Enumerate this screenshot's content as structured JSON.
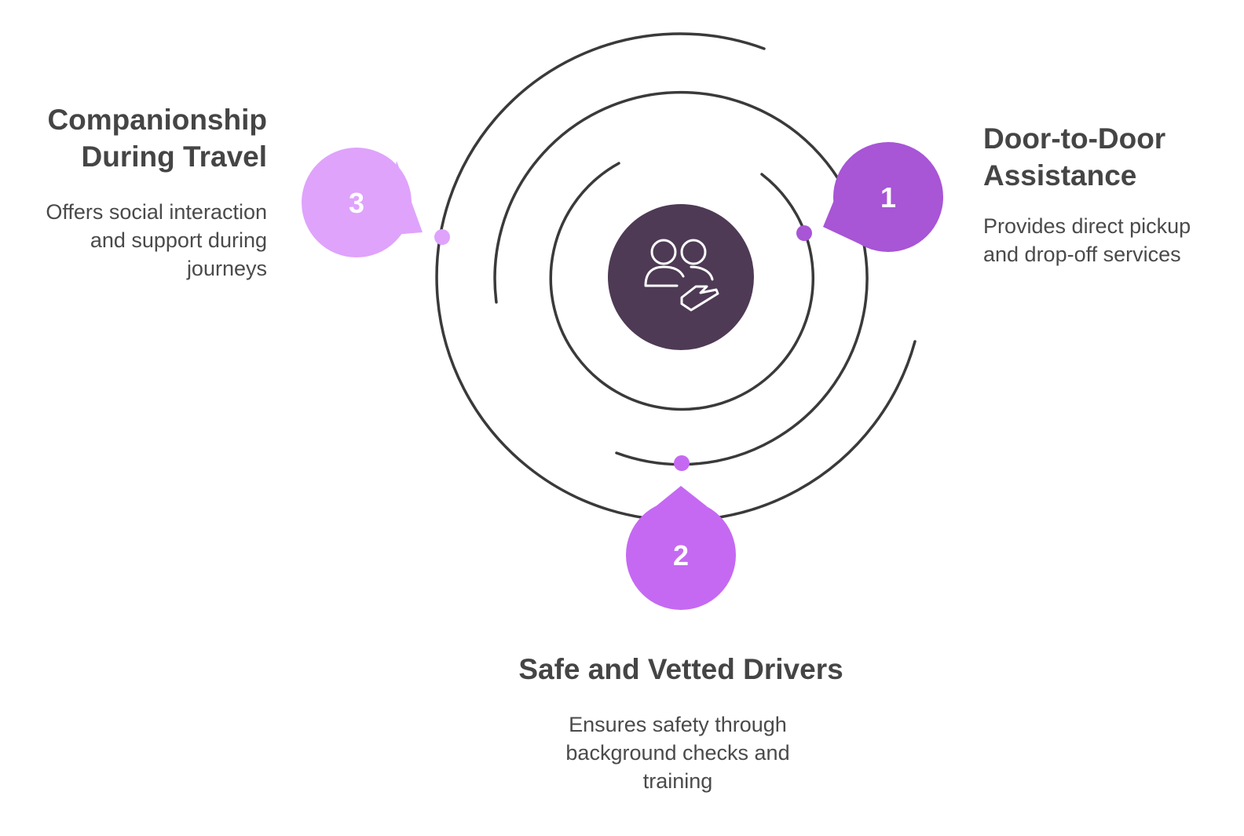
{
  "diagram": {
    "colors": {
      "ring": "#3a3a3a",
      "center": "#4e3a55",
      "icon": "#ffffff",
      "step1": "#a855d6",
      "step2": "#c569f2",
      "step3": "#dfa3fb"
    },
    "center_icon": "people-with-helping-hand-icon",
    "steps": [
      {
        "number": "1",
        "title_lines": [
          "Door-to-Door",
          "Assistance"
        ],
        "desc_lines": [
          "Provides direct pickup",
          "and drop-off services"
        ]
      },
      {
        "number": "2",
        "title_lines": [
          "Safe and Vetted Drivers"
        ],
        "desc_lines": [
          "Ensures safety through",
          "background checks and",
          "training"
        ]
      },
      {
        "number": "3",
        "title_lines": [
          "Companionship",
          "During Travel"
        ],
        "desc_lines": [
          "Offers social interaction",
          "and support during",
          "journeys"
        ]
      }
    ]
  }
}
